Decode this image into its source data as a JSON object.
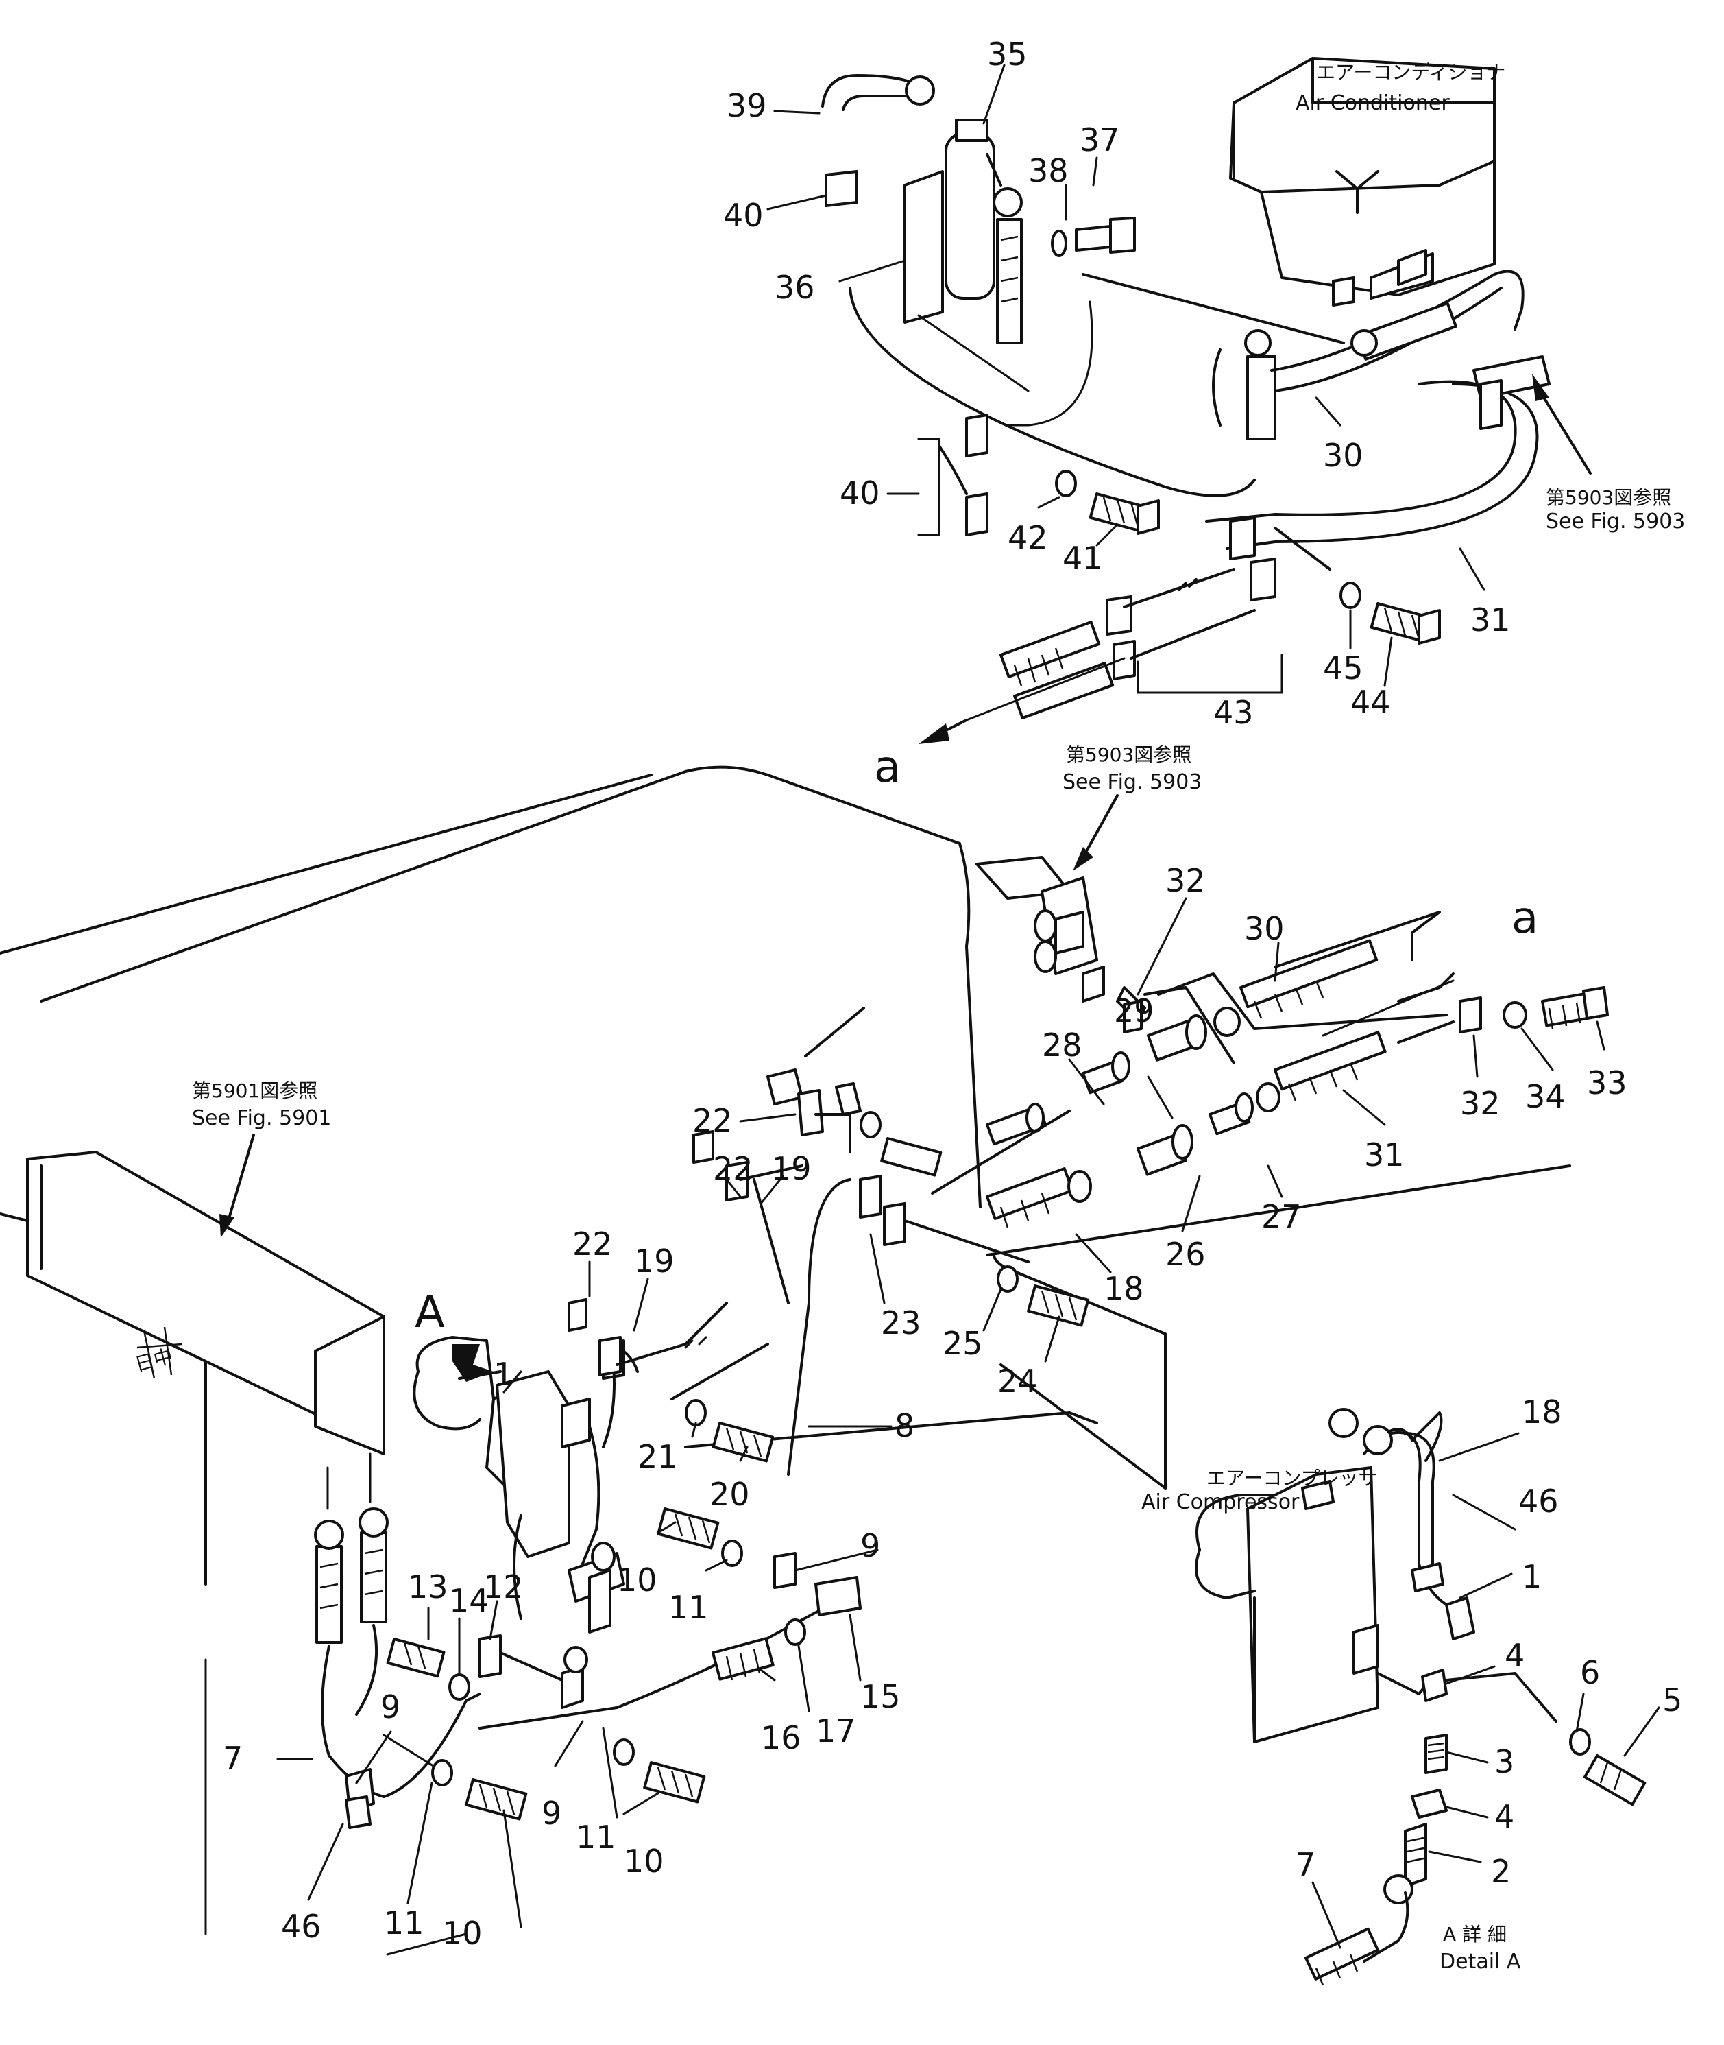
{
  "part_numbers": [
    "1",
    "2",
    "3",
    "4",
    "5",
    "6",
    "7",
    "8",
    "9",
    "10",
    "11",
    "12",
    "13",
    "14",
    "15",
    "16",
    "17",
    "18",
    "19",
    "20",
    "21",
    "22",
    "23",
    "24",
    "25",
    "26",
    "27",
    "28",
    "29",
    "30",
    "31",
    "32",
    "33",
    "34",
    "35",
    "36",
    "37",
    "38",
    "39",
    "40",
    "41",
    "42",
    "43",
    "44",
    "45",
    "46"
  ],
  "labels": {
    "air_conditioner_jp": "エアーコンディショナ",
    "air_conditioner_en": "Air Conditioner",
    "air_compressor_jp": "エアーコンプレッサ",
    "air_compressor_en": "Air Compressor",
    "ref_5903_jp": "第5903図参照",
    "ref_5903_en": "See Fig. 5903",
    "ref_5901_jp": "第5901図参照",
    "ref_5901_en": "See Fig. 5901",
    "detail_a_jp": "A 詳 細",
    "detail_a_en": "Detail A",
    "view_a": "A",
    "connector_a": "a"
  },
  "callouts": [
    {
      "num": "35"
    },
    {
      "num": "39"
    },
    {
      "num": "37"
    },
    {
      "num": "38"
    },
    {
      "num": "40"
    },
    {
      "num": "36"
    },
    {
      "num": "30"
    },
    {
      "num": "40"
    },
    {
      "num": "42"
    },
    {
      "num": "41"
    },
    {
      "num": "31"
    },
    {
      "num": "45"
    },
    {
      "num": "44"
    },
    {
      "num": "43"
    },
    {
      "num": "32"
    },
    {
      "num": "30"
    },
    {
      "num": "29"
    },
    {
      "num": "28"
    },
    {
      "num": "32"
    },
    {
      "num": "34"
    },
    {
      "num": "33"
    },
    {
      "num": "31"
    },
    {
      "num": "22"
    },
    {
      "num": "22"
    },
    {
      "num": "19"
    },
    {
      "num": "27"
    },
    {
      "num": "26"
    },
    {
      "num": "18"
    },
    {
      "num": "22"
    },
    {
      "num": "19"
    },
    {
      "num": "23"
    },
    {
      "num": "25"
    },
    {
      "num": "24"
    },
    {
      "num": "1"
    },
    {
      "num": "21"
    },
    {
      "num": "20"
    },
    {
      "num": "8"
    },
    {
      "num": "10"
    },
    {
      "num": "11"
    },
    {
      "num": "9"
    },
    {
      "num": "13"
    },
    {
      "num": "14"
    },
    {
      "num": "12"
    },
    {
      "num": "15"
    },
    {
      "num": "16"
    },
    {
      "num": "17"
    },
    {
      "num": "7"
    },
    {
      "num": "9"
    },
    {
      "num": "9"
    },
    {
      "num": "11"
    },
    {
      "num": "10"
    },
    {
      "num": "46"
    },
    {
      "num": "11"
    },
    {
      "num": "10"
    },
    {
      "num": "18"
    },
    {
      "num": "46"
    },
    {
      "num": "1"
    },
    {
      "num": "4"
    },
    {
      "num": "6"
    },
    {
      "num": "5"
    },
    {
      "num": "3"
    },
    {
      "num": "4"
    },
    {
      "num": "2"
    },
    {
      "num": "7"
    }
  ]
}
